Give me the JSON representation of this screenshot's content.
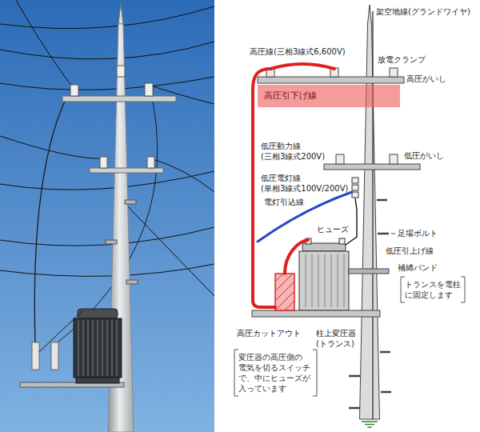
{
  "diagram": {
    "nodes": [
      {
        "text": [
          "高圧引下げ線"
        ]
      }
    ],
    "labels": [
      "架空地線(グランドワイヤ)",
      "高圧線(三相3線式6,600V)",
      "放電クランプ",
      "高圧がいし",
      "低圧動力線 (三相3線式200V)",
      "低圧がいし",
      "低圧電灯線 (単相3線式100V/200V)",
      "電灯引込線",
      "ヒューズ",
      "足場ボルト",
      "低圧引上げ線",
      "補縛バンド",
      "トランスを電柱 に固定します",
      "高圧カットアウト",
      "変圧器の高圧側の 電気を切るスイッチ で、中にヒューズが 入っています",
      "柱上変圧器 (トランス)"
    ]
  }
}
